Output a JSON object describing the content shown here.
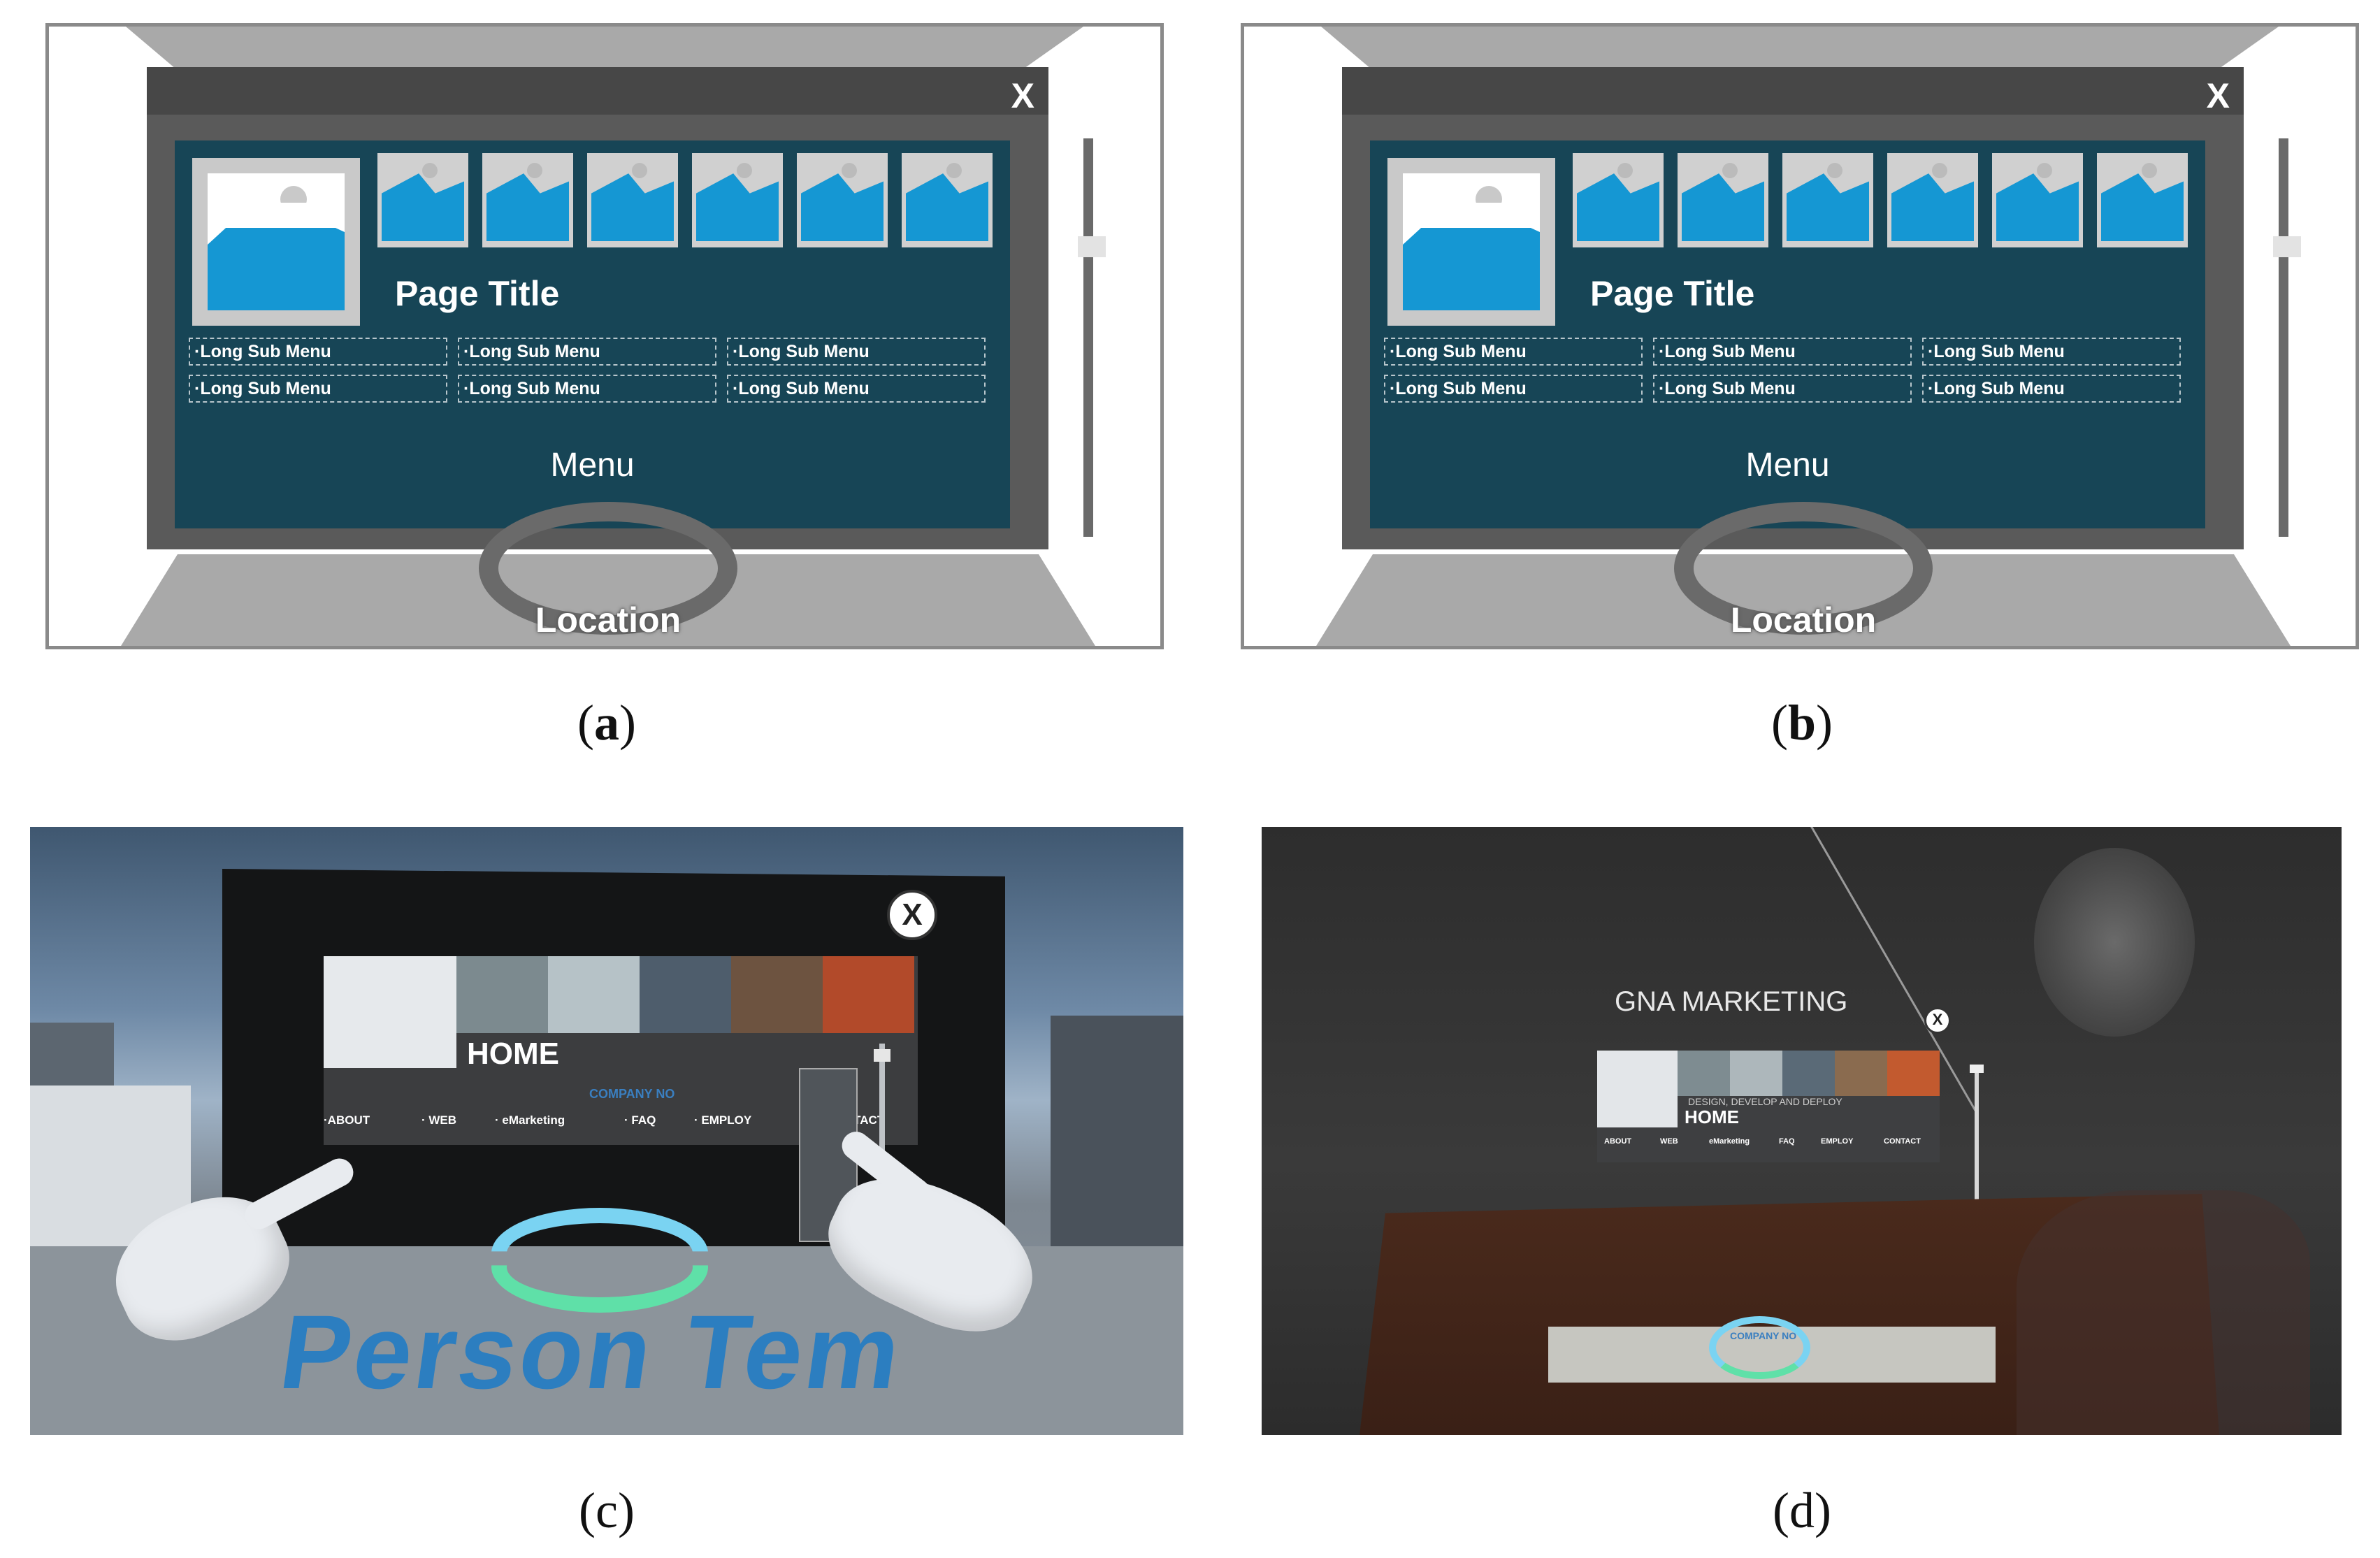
{
  "figure": {
    "panels": {
      "a": {
        "caption_label": "a"
      },
      "b": {
        "caption_label": "b"
      },
      "c": {
        "caption_label": "c"
      },
      "d": {
        "caption_label": "d"
      }
    }
  },
  "wireframe": {
    "close_label": "X",
    "page_title": "Page Title",
    "submenus": [
      "·Long Sub Menu",
      "·Long Sub Menu",
      "·Long Sub Menu",
      "·Long Sub Menu",
      "·Long Sub Menu",
      "·Long Sub Menu"
    ],
    "menu_label": "Menu",
    "location_label": "Location"
  },
  "vr_scene": {
    "close_label": "X",
    "home_label": "HOME",
    "company_label": "COMPANY NO",
    "nav": [
      "·ABOUT",
      "· WEB",
      "· eMarketing",
      "· FAQ",
      "· EMPLOY",
      "· CONTACT"
    ],
    "floor_text": "Person Tem"
  },
  "ar_scene": {
    "brand": "GNA MARKETING",
    "close_label": "X",
    "home_label": "HOME",
    "tagline": "DESIGN, DEVELOP AND DEPLOY",
    "nav": [
      "ABOUT",
      "WEB",
      "eMarketing",
      "FAQ",
      "EMPLOY",
      "CONTACT"
    ],
    "card_label": "COMPANY NO"
  },
  "colors": {
    "screen_bg": "#174556",
    "image_placeholder": "#1597d3",
    "halo_blue": "#7ad3f2",
    "halo_green": "#5fe0a8"
  }
}
